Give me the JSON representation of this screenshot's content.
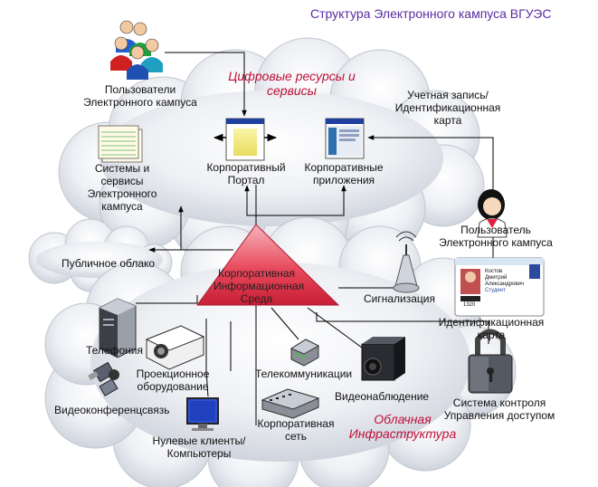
{
  "title": "Структура Электронного кампуса ВГУЭС",
  "labels": {
    "users": [
      "Пользователи",
      "Электронного кампуса"
    ],
    "digital_resources": [
      "Цифровые ресурсы и",
      "сервисы"
    ],
    "account": [
      "Учетная запись/",
      "Идентификационная",
      "карта"
    ],
    "systems": [
      "Системы и",
      "сервисы",
      "Электронного",
      "кампуса"
    ],
    "portal": [
      "Корпоративный",
      "Портал"
    ],
    "apps": [
      "Корпоративные",
      "приложения"
    ],
    "user_single": [
      "Пользователь",
      "Электронного кампуса"
    ],
    "public_cloud": "Публичное облако",
    "center": [
      "Корпоративная",
      "Информационная",
      "Среда"
    ],
    "signaling": "Сигнализация",
    "id_card": [
      "Идентификационная",
      "карта"
    ],
    "telephony": "Телефония",
    "projection": [
      "Проекционное",
      "оборудование"
    ],
    "telecom": "Телекоммуникации",
    "video_surveillance": "Видеонаблюдение",
    "access_control": [
      "Система контроля",
      "Управления доступом"
    ],
    "videoconf": "Видеоконференцсвязь",
    "corp_network": [
      "Корпоративная",
      "сеть"
    ],
    "cloud_infra": [
      "Облачная",
      "Инфраструктура"
    ],
    "clients": [
      "Нулевые клиенты/",
      "Компьютеры"
    ]
  },
  "card": {
    "name_lines": [
      "Костов",
      "Дмитрий",
      "Александрович"
    ],
    "status": "Студент",
    "number": "1320"
  },
  "colors": {
    "title": "#5a2ca0",
    "cloud_label": "#c0103a",
    "triangle": "#e04055",
    "arrows": "#000000"
  },
  "icons": [
    "people-group-icon",
    "document-stack-icon",
    "portal-window-icon",
    "apps-window-icon",
    "person-icon",
    "antenna-icon",
    "id-card-icon",
    "server-icon",
    "projector-icon",
    "router-icon",
    "camera-icon",
    "padlock-icon",
    "satellite-icon",
    "network-switch-icon",
    "monitor-icon"
  ]
}
